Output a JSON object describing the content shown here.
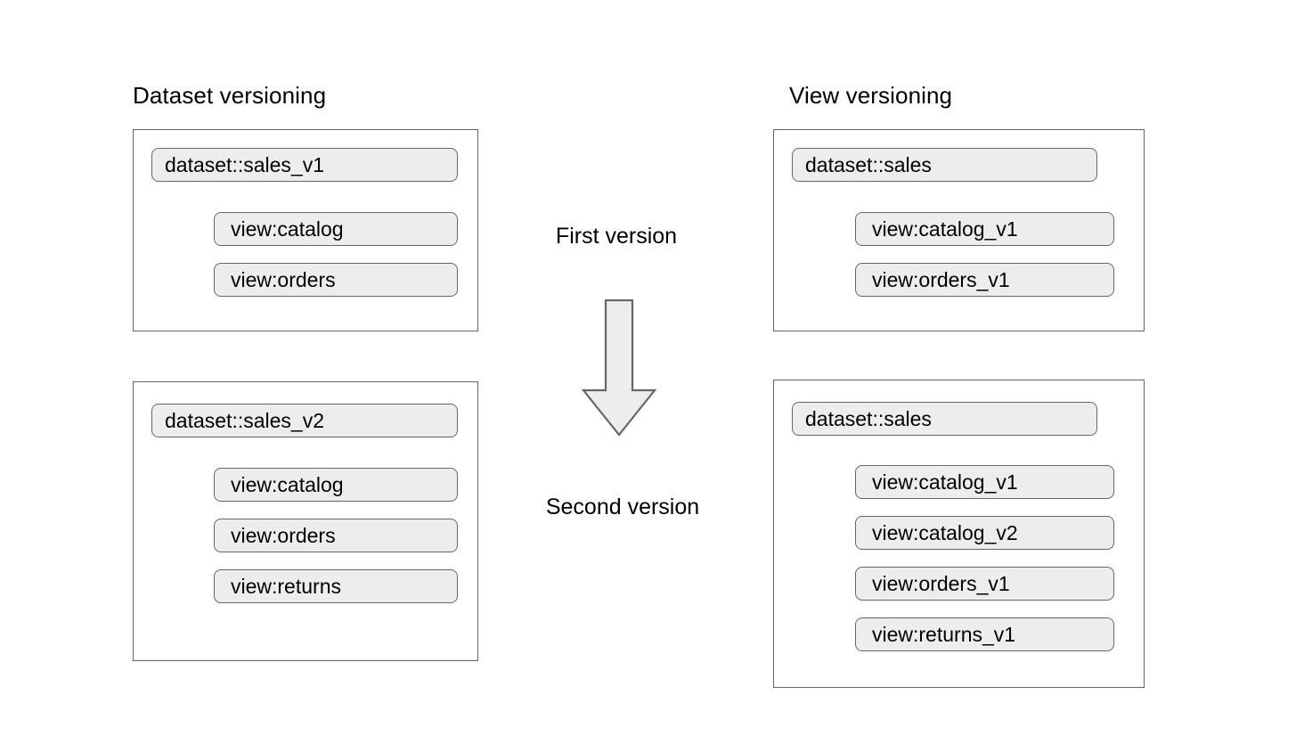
{
  "diagram": {
    "title_left": "Dataset versioning",
    "title_right": "View versioning",
    "flow": {
      "first_label": "First version",
      "second_label": "Second version",
      "arrow_icon": "down-arrow-icon",
      "arrow_fill": "#ededed",
      "arrow_stroke": "#666666"
    },
    "colors": {
      "pill_fill": "#ededed",
      "pill_border": "#666666",
      "panel_border": "#666666",
      "background": "#ffffff",
      "text": "#000000"
    },
    "columns": [
      {
        "id": "dataset-versioning",
        "title": "Dataset versioning",
        "panels": [
          {
            "id": "dataset-versioning-v1",
            "version_stage": "First version",
            "dataset": "dataset::sales_v1",
            "views": [
              "view:catalog",
              "view:orders"
            ]
          },
          {
            "id": "dataset-versioning-v2",
            "version_stage": "Second version",
            "dataset": "dataset::sales_v2",
            "views": [
              "view:catalog",
              "view:orders",
              "view:returns"
            ]
          }
        ]
      },
      {
        "id": "view-versioning",
        "title": "View versioning",
        "panels": [
          {
            "id": "view-versioning-v1",
            "version_stage": "First version",
            "dataset": "dataset::sales",
            "views": [
              "view:catalog_v1",
              "view:orders_v1"
            ]
          },
          {
            "id": "view-versioning-v2",
            "version_stage": "Second version",
            "dataset": "dataset::sales",
            "views": [
              "view:catalog_v1",
              "view:catalog_v2",
              "view:orders_v1",
              "view:returns_v1"
            ]
          }
        ]
      }
    ]
  }
}
